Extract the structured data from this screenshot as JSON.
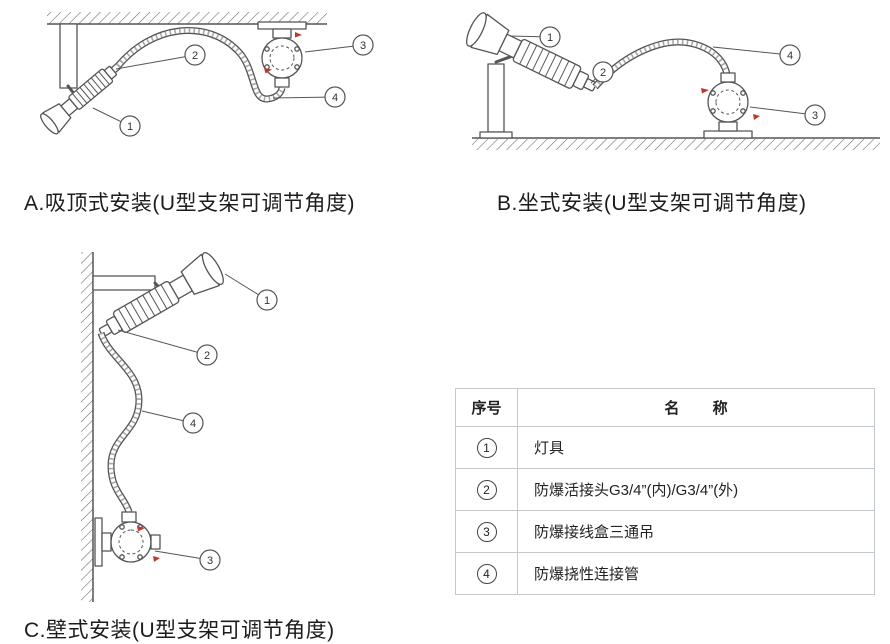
{
  "colors": {
    "line": "#555555",
    "text": "#1c1c1c",
    "accent_red": "#c0392b",
    "table_border": "#c3c8cc"
  },
  "figures": {
    "a": {
      "caption": "A.吸顶式安装(U型支架可调节角度)",
      "callouts": [
        "1",
        "2",
        "3",
        "4"
      ]
    },
    "b": {
      "caption": "B.坐式安装(U型支架可调节角度)",
      "callouts": [
        "1",
        "2",
        "3",
        "4"
      ]
    },
    "c": {
      "caption": "C.壁式安装(U型支架可调节角度)",
      "callouts": [
        "1",
        "2",
        "3",
        "4"
      ]
    }
  },
  "table": {
    "headers": {
      "no": "序号",
      "name": "名        称"
    },
    "rows": [
      {
        "no": "1",
        "name": "灯具"
      },
      {
        "no": "2",
        "name": "防爆活接头G3/4”(内)/G3/4”(外)"
      },
      {
        "no": "3",
        "name": "防爆接线盒三通吊"
      },
      {
        "no": "4",
        "name": "防爆挠性连接管"
      }
    ]
  }
}
